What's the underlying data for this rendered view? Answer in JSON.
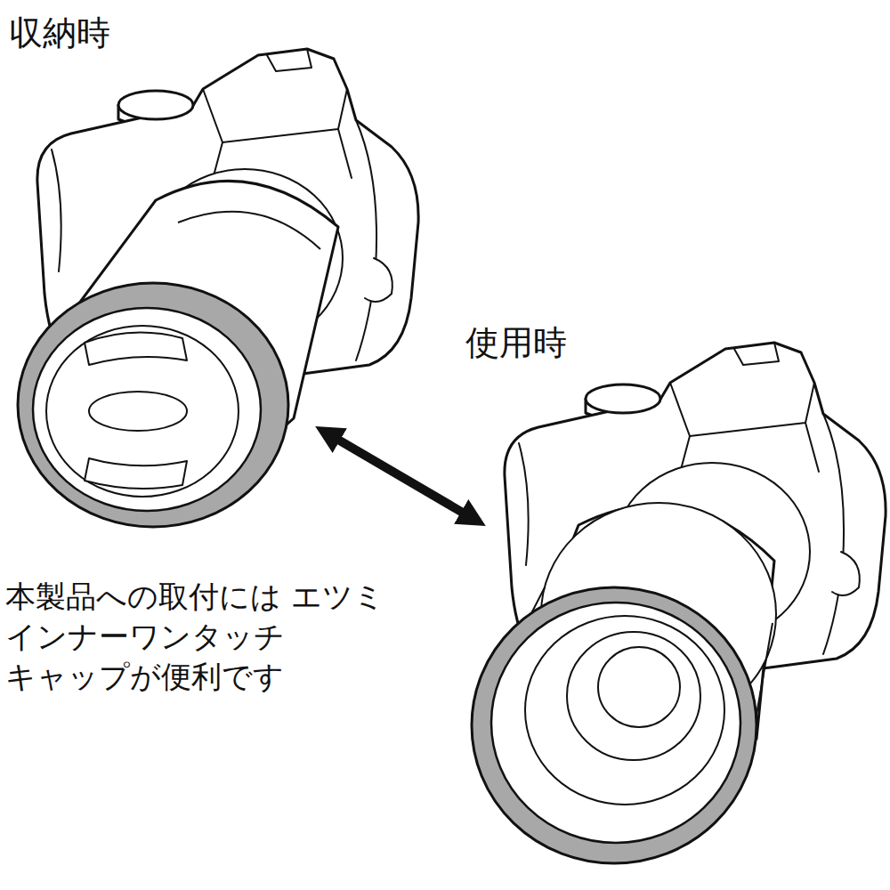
{
  "diagram": {
    "labels": [
      "収納時",
      "使用時",
      "本製品への取付には エツミ インナーワンタッチ キャップが便利です"
    ]
  }
}
